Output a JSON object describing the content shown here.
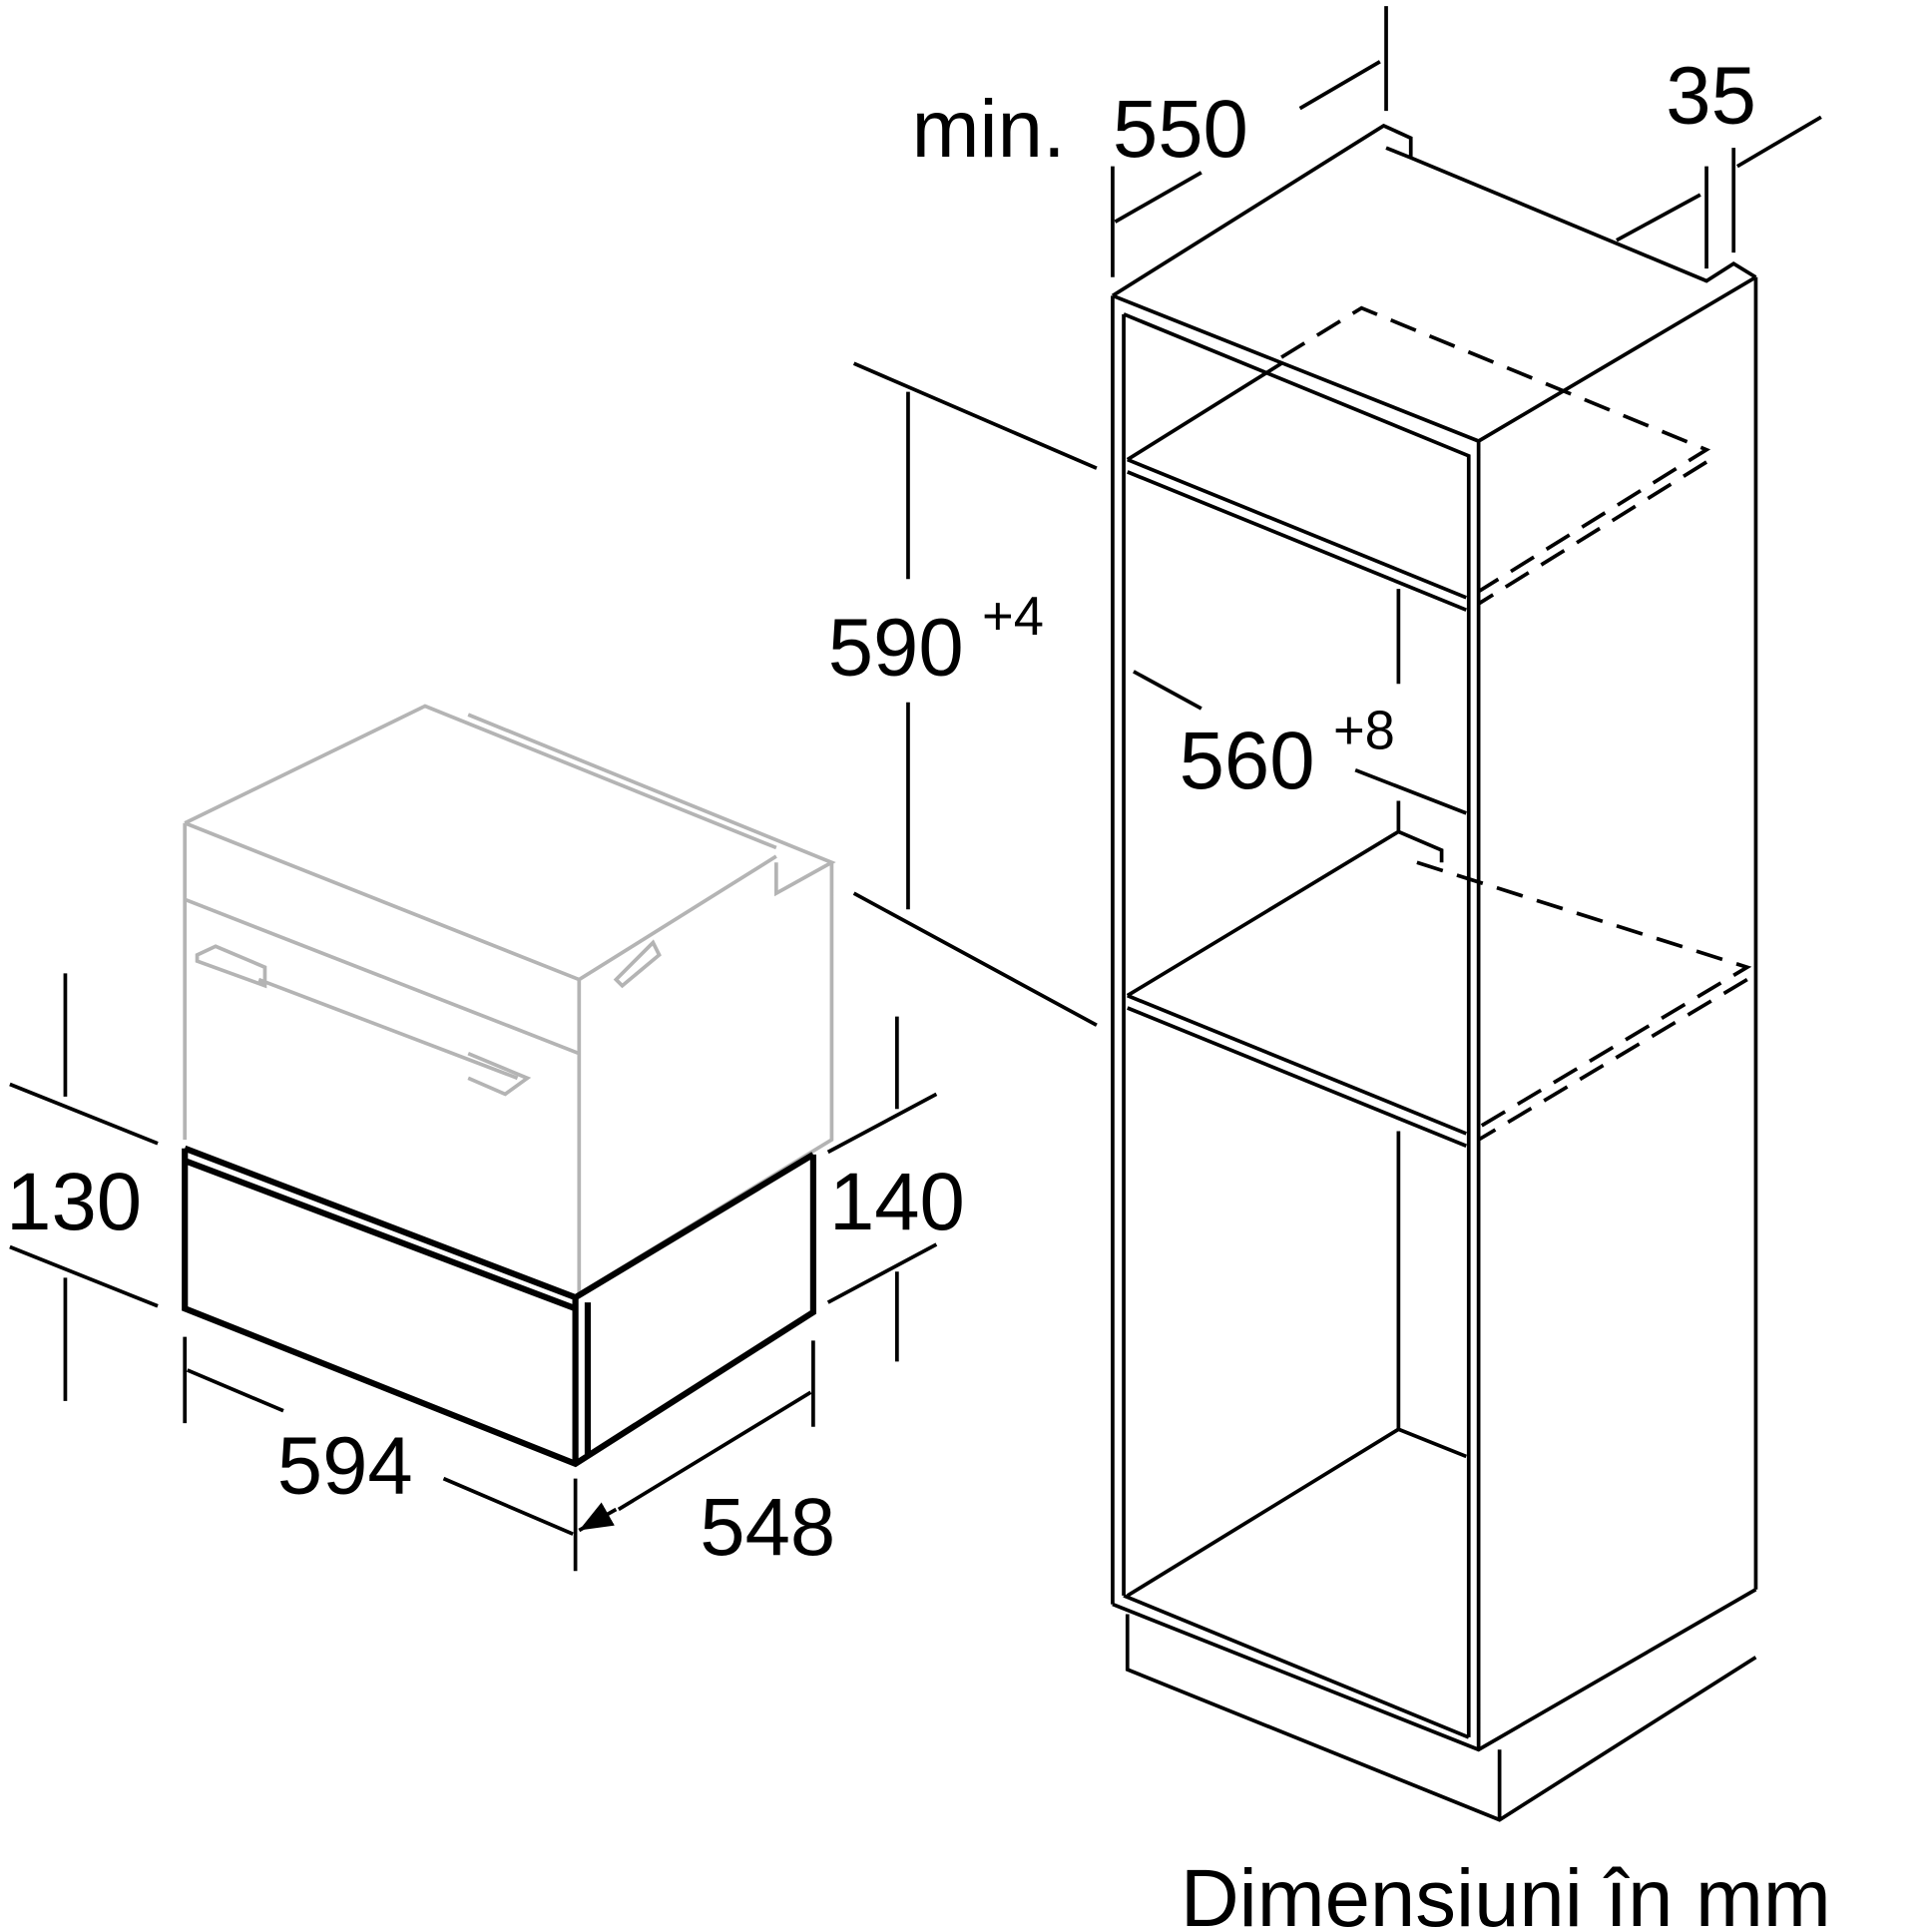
{
  "dimensions": {
    "cabinet_depth_prefix": "min.",
    "cabinet_depth": "550",
    "panel_thickness": "35",
    "niche_height": "590",
    "niche_height_tolerance": "+4",
    "niche_width": "560",
    "niche_width_tolerance": "+8",
    "drawer_height_front": "130",
    "drawer_height_side": "140",
    "drawer_width": "594",
    "drawer_depth": "548"
  },
  "caption": "Dimensiuni în mm"
}
